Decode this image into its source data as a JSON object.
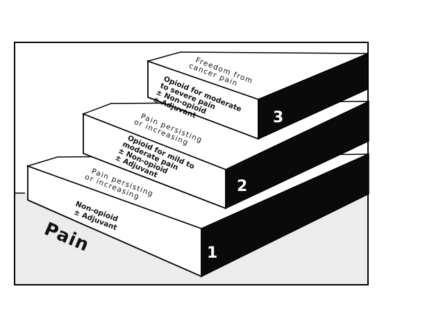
{
  "pain_label": "Pain",
  "steps": [
    {
      "number": "1",
      "drug_lines": [
        "Non-opioid",
        "± Adjuvant"
      ]
    },
    {
      "number": "2",
      "drug_lines": [
        "Opioid for mild to",
        "moderate pain",
        "± Non-opioid",
        "± Adjuvant"
      ]
    },
    {
      "number": "3",
      "drug_lines": [
        "Opioid for moderate",
        "to severe pain",
        "± Non-opioid",
        "± Adjuvant"
      ]
    }
  ],
  "transitions": [
    {
      "lines": [
        "Pain persisting",
        "or increasing"
      ]
    },
    {
      "lines": [
        "Pain persisting",
        "or increasing"
      ]
    }
  ],
  "top_label": {
    "lines": [
      "Freedom from",
      "cancer pain"
    ]
  },
  "colors": {
    "block_front": "#ffffff",
    "block_side": "#0a0a0a",
    "floor": "#ececec",
    "stroke": "#000000"
  }
}
